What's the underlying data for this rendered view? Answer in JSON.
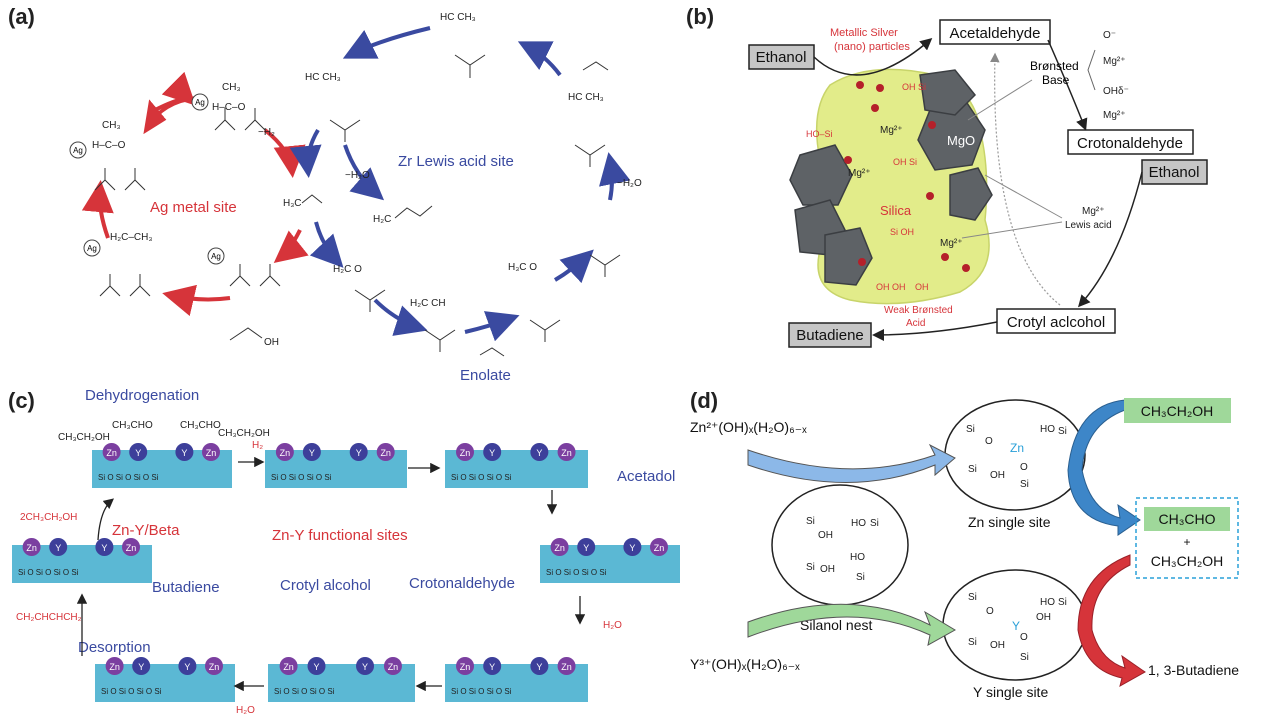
{
  "panel_a": {
    "label": "(a)",
    "ag_site": "Ag metal site",
    "zr_site": "Zr Lewis acid site",
    "minus_h2": "−H₂",
    "minus_h2o_1": "−H₂O",
    "minus_h2o_2": "−H₂O",
    "acetaldehyde": "H₃C",
    "butadiene_h2c": "H₂C",
    "ag": "Ag",
    "ethanol_oh": "OH"
  },
  "panel_b": {
    "label": "(b)",
    "ethanol_in": "Ethanol",
    "acetaldehyde": "Acetaldehyde",
    "crotonaldehyde": "Crotonaldehyde",
    "ethanol_2": "Ethanol",
    "crotyl_alcohol": "Crotyl aclcohol",
    "butadiene": "Butadiene",
    "metallic_silver_1": "Metallic Silver",
    "metallic_silver_2": "(nano) particles",
    "bronsted_base_1": "Brønsted",
    "bronsted_base_2": "Base",
    "mgo": "MgO",
    "silica": "Silica",
    "mg_lewis_1": "Mg²⁺",
    "mg_lewis_2": "Lewis acid",
    "weak_bronsted_1": "Weak Brønsted",
    "weak_bronsted_2": "Acid",
    "o_minus": "O⁻",
    "mg2": "Mg²⁺",
    "oh_delta": "OHδ⁻"
  },
  "panel_c": {
    "label": "(c)",
    "dehydrogenation": "Dehydrogenation",
    "enolate": "Enolate",
    "acetadol": "Acetadol",
    "zn_y_functional": "Zn-Y functional sites",
    "zn_y_beta": "Zn-Y/Beta",
    "two_ethanol": "2CH₃CH₂OH",
    "butadiene": "Butadiene",
    "desorption": "Desorption",
    "crotyl_alcohol": "Crotyl alcohol",
    "crotonaldehyde": "Crotonaldehyde",
    "h2o": "H₂O",
    "h2": "H₂",
    "ch2chchch2": "CH₂CHCHCH₂",
    "ch3cho": "CH₃CHO",
    "ch3ch2oh": "CH₃CH₂OH",
    "zn": "Zn",
    "y": "Y"
  },
  "panel_d": {
    "label": "(d)",
    "zn_precursor": "Zn²⁺(OH)ₓ(H₂O)₆₋ₓ",
    "y_precursor": "Y³⁺(OH)ₓ(H₂O)₆₋ₓ",
    "zn_single_site": "Zn single site",
    "y_single_site": "Y single site",
    "silanol_nest": "Silanol nest",
    "ethanol": "CH₃CH₂OH",
    "ch3cho": "CH₃CHO",
    "plus": "+",
    "ethanol_2": "CH₃CH₂OH",
    "butadiene": "1, 3-Butadiene",
    "zn": "Zn",
    "y": "Y"
  },
  "colors": {
    "red": "#d6343a",
    "blue": "#3a4aa0",
    "support": "#5bb8d4",
    "zn_ball": "#7b3fa0",
    "y_ball": "#3d3f9a",
    "silica": "#e2ec8a",
    "green_box": "#9fd89a"
  }
}
